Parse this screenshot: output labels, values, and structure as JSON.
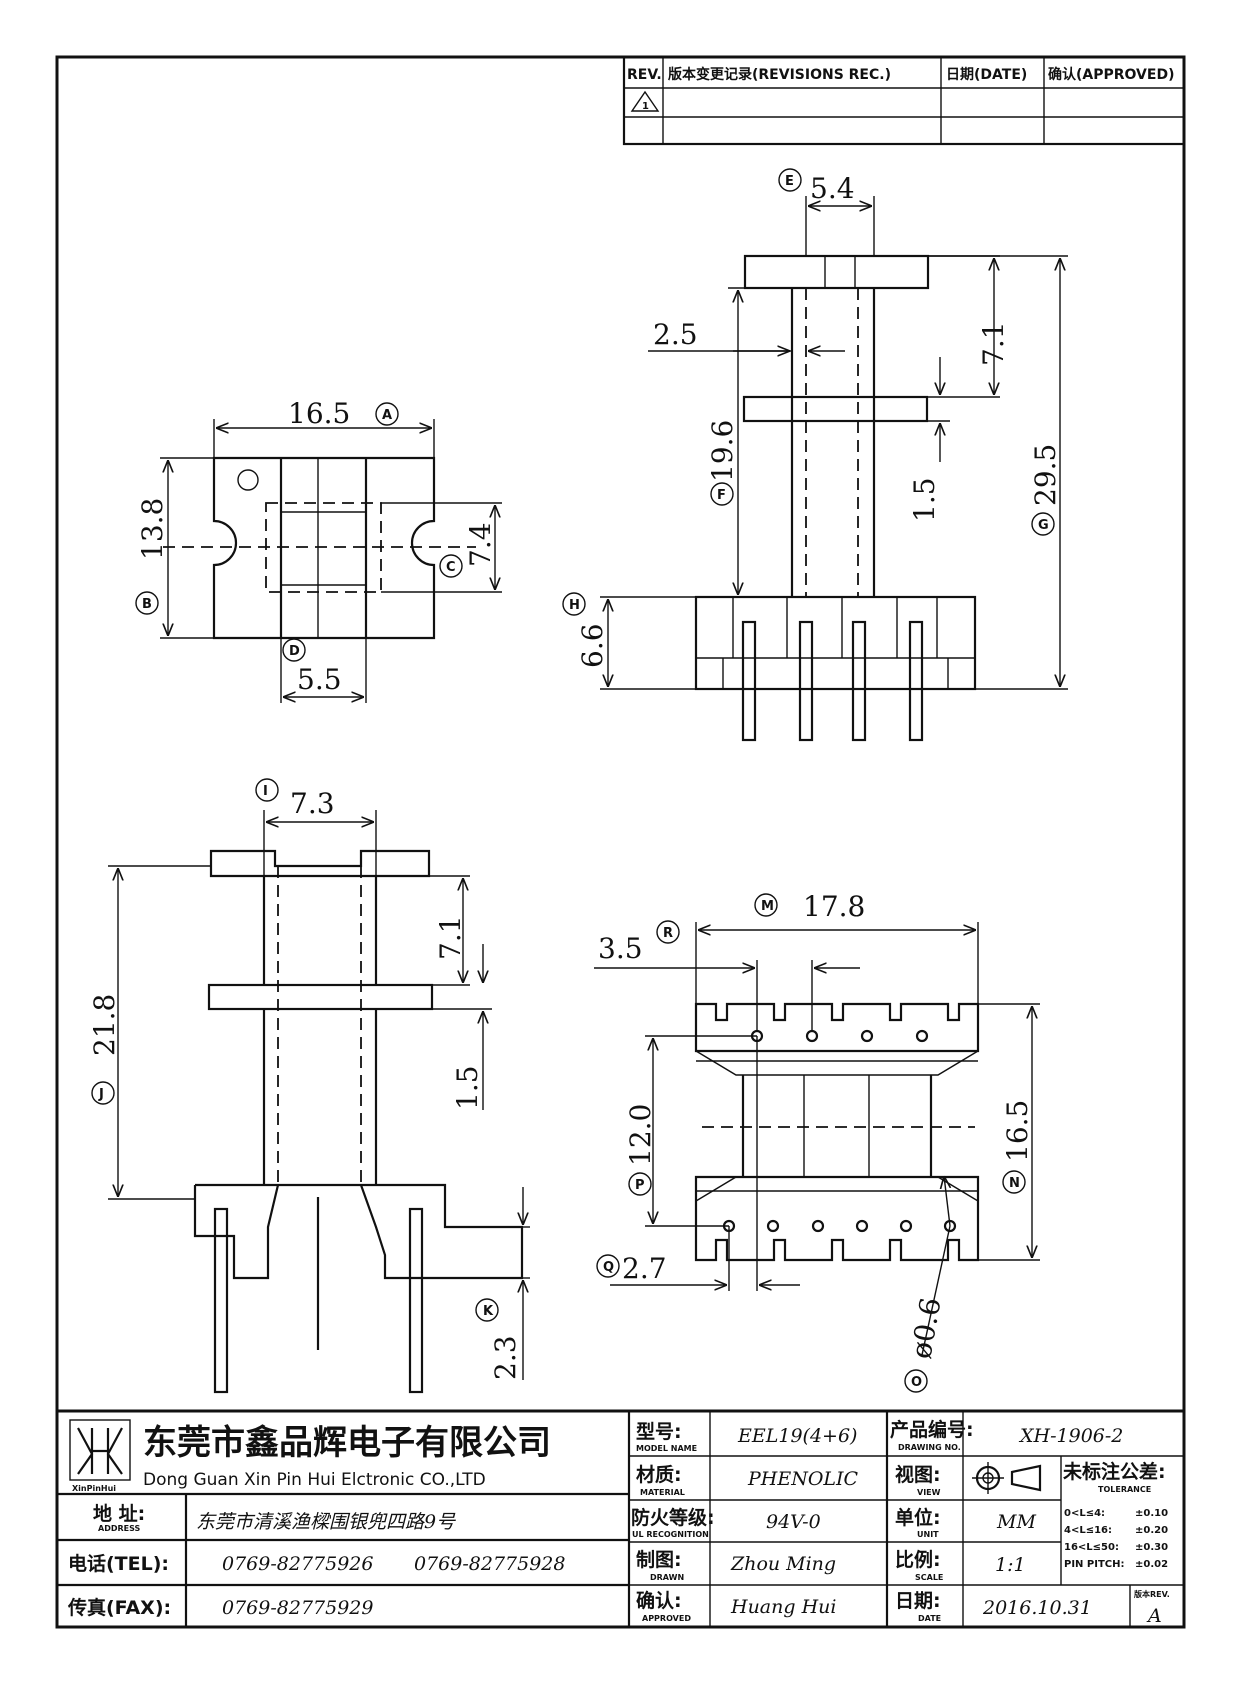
{
  "revision_table": {
    "rev_header": "REV.",
    "records_header": "版本变更记录(REVISIONS REC.)",
    "date_header": "日期(DATE)",
    "approved_header": "确认(APPROVED)",
    "rev_mark": "1"
  },
  "views": {
    "top": {
      "width": "16.5",
      "width_tag": "A",
      "height": "13.8",
      "height_tag": "B",
      "inner": "7.4",
      "inner_tag": "C",
      "slot": "5.5",
      "slot_tag": "D"
    },
    "front_right": {
      "e_dim": "5.4",
      "e_tag": "E",
      "wall": "2.5",
      "f_dim": "19.6",
      "f_tag": "F",
      "flange_gap": "7.1",
      "flange_thk": "1.5",
      "total": "29.5",
      "total_tag": "G",
      "base": "6.6",
      "base_tag": "H"
    },
    "front_left": {
      "i_dim": "7.3",
      "i_tag": "I",
      "height": "21.8",
      "height_tag": "J",
      "flange_gap": "7.1",
      "flange_thk": "1.5",
      "pin": "2.3",
      "pin_tag": "K"
    },
    "bottom": {
      "width": "17.8",
      "width_tag": "M",
      "pitch": "3.5",
      "pitch_tag": "R",
      "p_dim": "12.0",
      "p_tag": "P",
      "n_dim": "16.5",
      "n_tag": "N",
      "q_dim": "2.7",
      "q_tag": "Q",
      "pin_dia": "ø0.6",
      "pin_dia_tag": "O"
    }
  },
  "title_block": {
    "company_cn": "东莞市鑫品辉电子有限公司",
    "company_en": "Dong Guan Xin Pin Hui Elctronic CO.,LTD",
    "logo_text": "XinPinHui",
    "address_label": "地  址:",
    "address_label_en": "ADDRESS",
    "address": "东莞市清溪渔樑围银兜四路9号",
    "tel_label": "电话(TEL):",
    "tel_1": "0769-82775926",
    "tel_2": "0769-82775928",
    "fax_label": "传真(FAX):",
    "fax": "0769-82775929",
    "model_label": "型号:",
    "model_label_en": "MODEL NAME",
    "model": "EEL19(4+6)",
    "material_label": "材质:",
    "material_label_en": "MATERIAL",
    "material": "PHENOLIC",
    "ul_label": "防火等级:",
    "ul_label_en": "UL RECOGNITION",
    "ul": "94V-0",
    "drawn_label": "制图:",
    "drawn_label_en": "DRAWN",
    "drawn": "Zhou Ming",
    "approved_label": "确认:",
    "approved_label_en": "APPROVED",
    "approved": "Huang Hui",
    "drawing_no_label": "产品编号:",
    "drawing_no_label_en": "DRAWING NO.",
    "drawing_no": "XH-1906-2",
    "view_label": "视图:",
    "view_label_en": "VIEW",
    "unit_label": "单位:",
    "unit_label_en": "UNIT",
    "unit": "MM",
    "scale_label": "比例:",
    "scale_label_en": "SCALE",
    "scale": "1:1",
    "date_label": "日期:",
    "date_label_en": "DATE",
    "date": "2016.10.31",
    "tolerance_label": "未标注公差:",
    "tolerance_label_en": "TOLERANCE",
    "tolerances": [
      {
        "range": "0<L≤4:",
        "value": "±0.10"
      },
      {
        "range": "4<L≤16:",
        "value": "±0.20"
      },
      {
        "range": "16<L≤50:",
        "value": "±0.30"
      },
      {
        "range": "PIN PITCH:",
        "value": "±0.02"
      }
    ],
    "rev_label": "版本REV.",
    "rev": "A"
  }
}
